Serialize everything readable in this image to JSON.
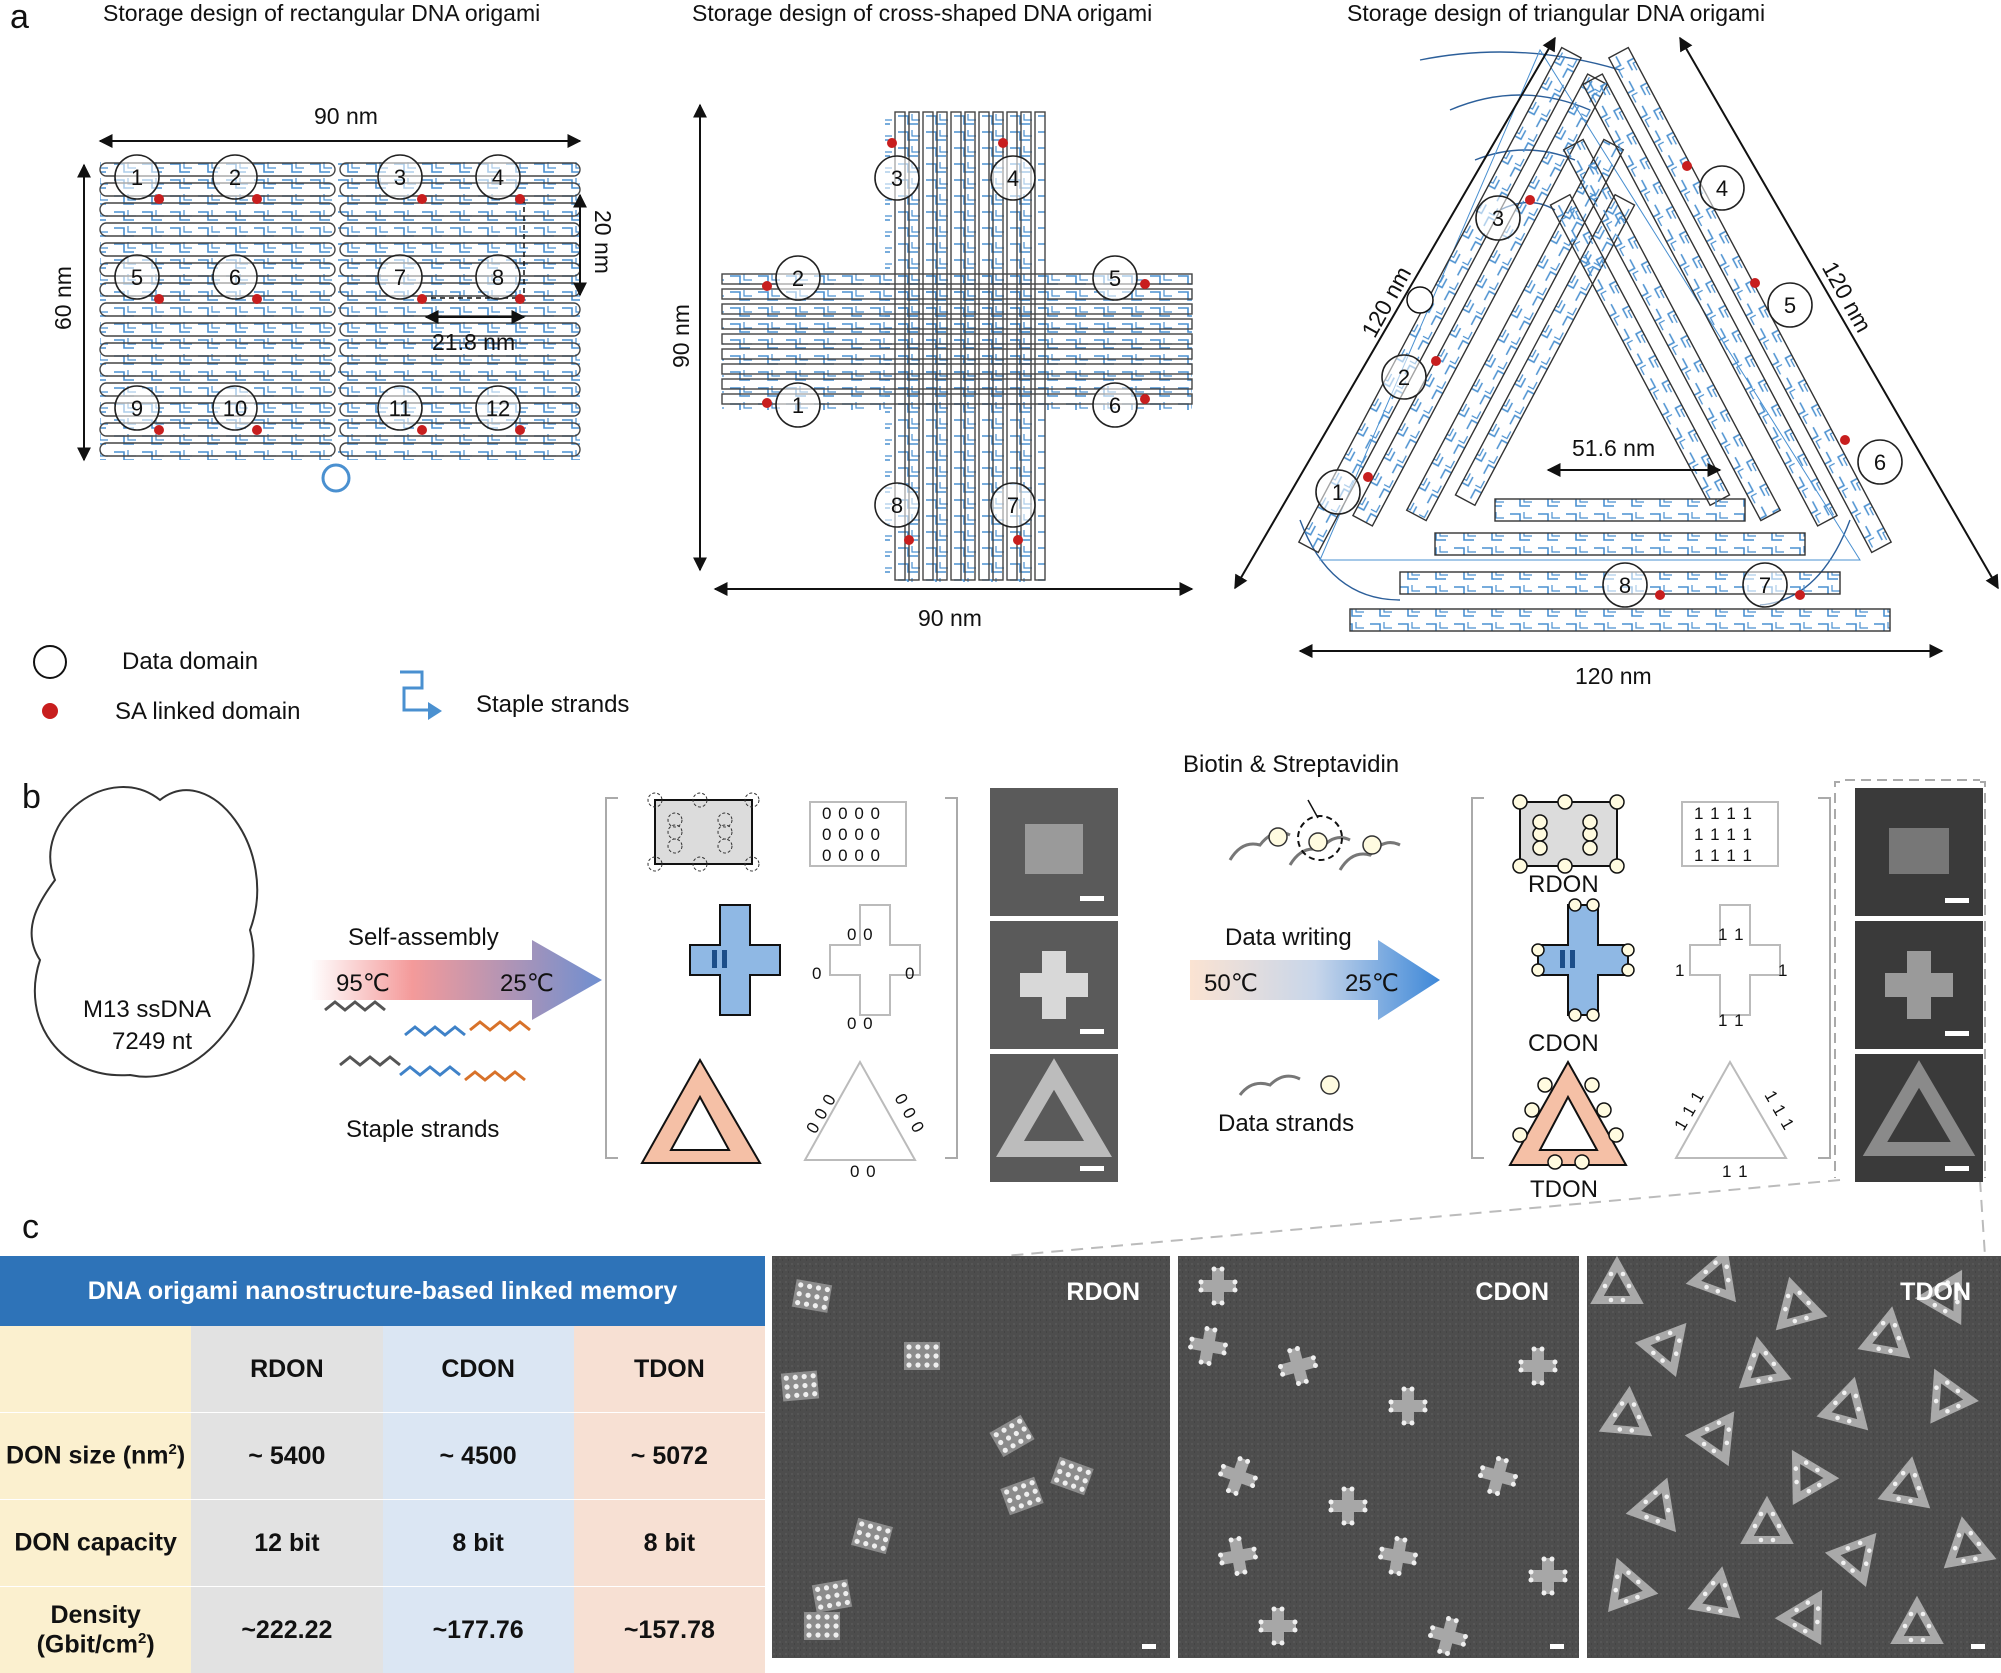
{
  "panels": {
    "a": "a",
    "b": "b",
    "c": "c"
  },
  "panel_a": {
    "rect_title": "Storage design of rectangular DNA origami",
    "cross_title": "Storage design of cross-shaped DNA origami",
    "tri_title": "Storage design of triangular DNA origami",
    "rect_width": "90 nm",
    "rect_height": "60 nm",
    "rect_vspacing": "20 nm",
    "rect_hspacing": "21.8 nm",
    "cross_height": "90 nm",
    "cross_width": "90 nm",
    "tri_left": "120 nm",
    "tri_right": "120 nm",
    "tri_bottom": "120 nm",
    "tri_inner": "51.6 nm",
    "rect_domains": [
      "1",
      "2",
      "3",
      "4",
      "5",
      "6",
      "7",
      "8",
      "9",
      "10",
      "11",
      "12"
    ],
    "cross_domains": [
      "1",
      "2",
      "3",
      "4",
      "5",
      "6",
      "7",
      "8"
    ],
    "tri_domains": [
      "1",
      "2",
      "3",
      "4",
      "5",
      "6",
      "7",
      "8"
    ]
  },
  "legend": {
    "data_domain": "Data domain",
    "sa_domain": "SA linked domain",
    "staple": "Staple strands"
  },
  "panel_b": {
    "m13_line1": "M13 ssDNA",
    "m13_line2": "7249 nt",
    "self_assembly": "Self-assembly",
    "temp_hot": "95℃",
    "temp_cool": "25℃",
    "staple_label": "Staple strands",
    "biotin": "Biotin & Streptavidin",
    "data_writing": "Data writing",
    "write_hot": "50℃",
    "write_cool": "25℃",
    "data_strands": "Data strands",
    "rdon": "RDON",
    "cdon": "CDON",
    "tdon": "TDON",
    "rect_zero_rows": [
      "0 0 0 0",
      "0 0 0 0",
      "0 0 0 0"
    ],
    "rect_one_rows": [
      "1 1 1 1",
      "1 1 1 1",
      "1 1 1 1"
    ],
    "cross_zero_top": "0 0",
    "cross_zero_bottom": "0 0",
    "cross_zero_left": "0",
    "cross_zero_right": "0",
    "cross_one_top": "1 1",
    "cross_one_bottom": "1 1",
    "cross_one_left": "1",
    "cross_one_right": "1",
    "tri_zero_left": "0 0 0",
    "tri_zero_right": "0 0 0",
    "tri_zero_bottom": "0 0",
    "tri_one_left": "1 1 1",
    "tri_one_right": "1 1 1",
    "tri_one_bottom": "1 1"
  },
  "panel_c": {
    "table_title": "DNA origami nanostructure-based linked memory",
    "columns": [
      "",
      "RDON",
      "CDON",
      "TDON"
    ],
    "rows": [
      {
        "label": "DON size (nm",
        "sup": "2",
        "tail": ")",
        "values": [
          "~ 5400",
          "~ 4500",
          "~ 5072"
        ]
      },
      {
        "label": "DON capacity",
        "sup": "",
        "tail": "",
        "values": [
          "12 bit",
          "8 bit",
          "8 bit"
        ]
      },
      {
        "label": "Density (Gbit/cm",
        "sup": "2",
        "tail": ")",
        "values": [
          "~222.22",
          "~177.76",
          "~157.78"
        ]
      }
    ],
    "image_labels": [
      "RDON",
      "CDON",
      "TDON"
    ]
  },
  "colors": {
    "staple_blue": "#4a90d0",
    "sa_red": "#c81e1e",
    "table_header": "#2e73b8",
    "arrow_blue": "#3e88d8",
    "pink": "#f7a9a0",
    "tri_fill": "#f5c0a6",
    "cross_fill": "#8fb8e4"
  }
}
